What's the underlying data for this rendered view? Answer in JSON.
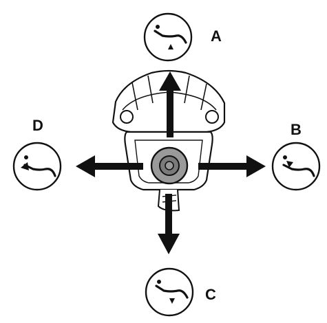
{
  "diagram": {
    "labels": {
      "up": "A",
      "right": "B",
      "down": "C",
      "left": "D"
    },
    "icons": {
      "up": "chair-seat-raise-icon",
      "right": "chair-backrest-recline-icon",
      "down": "chair-seat-lower-icon",
      "left": "chair-backrest-upright-icon"
    },
    "center": "joystick-control-icon",
    "colors": {
      "stroke": "#111111",
      "knob": "#9a9a9a",
      "knob_inner": "#7a7a7a",
      "background": "#ffffff"
    }
  }
}
